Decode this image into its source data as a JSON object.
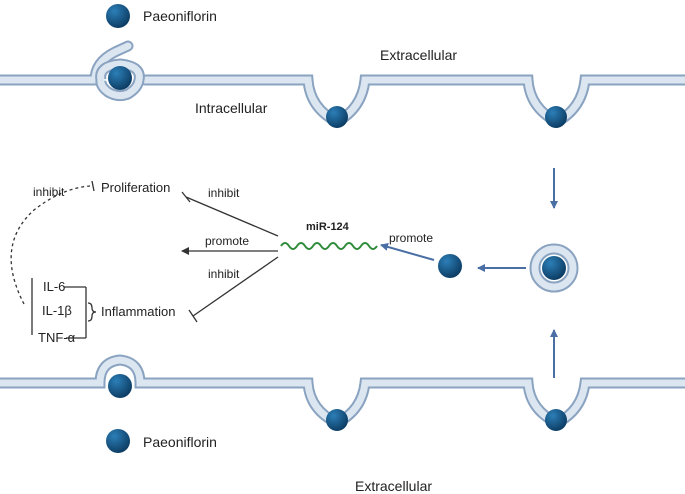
{
  "labels": {
    "paeoniflorin_top": "Paeoniflorin",
    "paeoniflorin_bottom": "Paeoniflorin",
    "extracellular_top": "Extracellular",
    "extracellular_bottom": "Extracellular",
    "intracellular": "Intracellular",
    "proliferation": "Proliferation",
    "inflammation": "Inflammation",
    "inhibit_left": "inhibit",
    "inhibit_upper": "inhibit",
    "inhibit_lower": "inhibit",
    "promote_left": "promote",
    "promote_right": "promote",
    "mir124": "miR-124",
    "il6": "IL-6",
    "il1b": "IL-1β",
    "tnfa": "TNF-α"
  },
  "colors": {
    "membrane_fill": "#dce6f1",
    "membrane_stroke": "#8aa3c0",
    "particle_dark": "#0d3f66",
    "particle_light": "#1f6ea3",
    "arrow_blue": "#4a6fa5",
    "mirna_green": "#2e8b3a",
    "line_dark": "#333333"
  }
}
